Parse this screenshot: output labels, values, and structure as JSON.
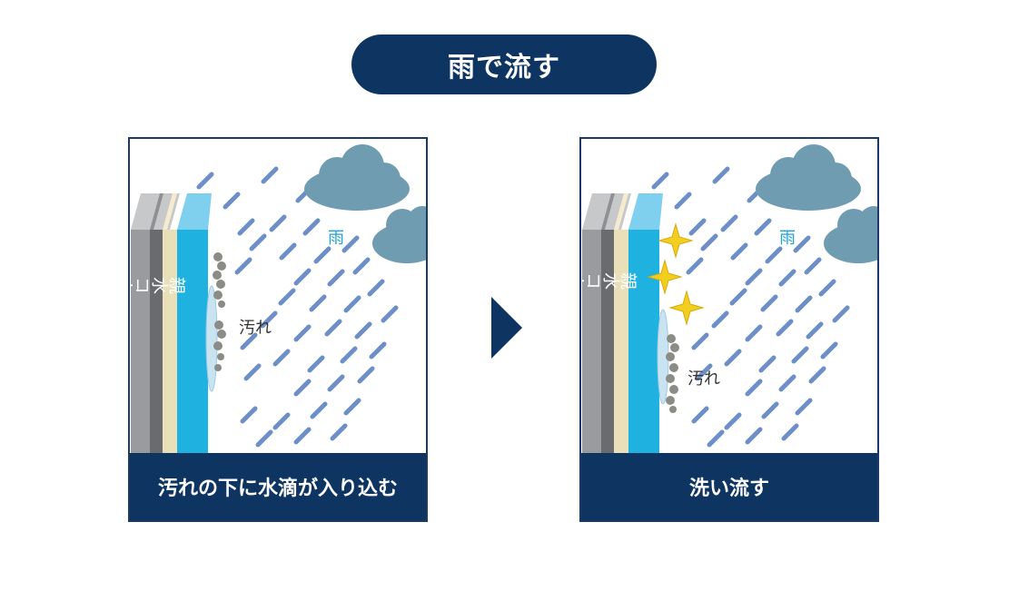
{
  "title": "雨で流す",
  "colors": {
    "navy": "#0e3561",
    "rain": "#6d8fc7",
    "cloud": "#6f9cb1",
    "coat": "#1fb1df",
    "sparkle": "#f2cf1f"
  },
  "panels": [
    {
      "rain_label": "雨",
      "coat_label": "親水コート",
      "dirt_label": "汚れ",
      "caption": "汚れの下に水滴が入り込む"
    },
    {
      "rain_label": "雨",
      "coat_label": "親水コート",
      "dirt_label": "汚れ",
      "caption": "洗い流す"
    }
  ]
}
